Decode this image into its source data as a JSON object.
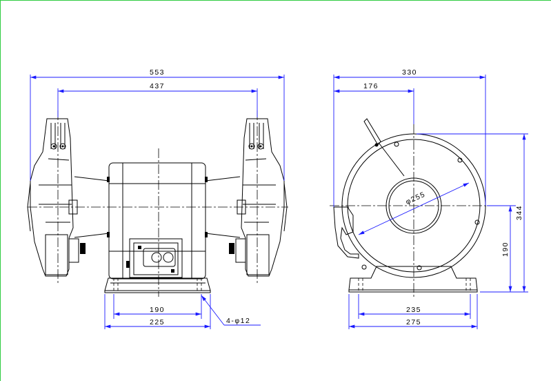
{
  "front_view": {
    "overall_width": "553",
    "wheel_spacing": "437",
    "base_hole_spacing": "190",
    "base_width": "225",
    "mounting_holes": "4-φ12"
  },
  "side_view": {
    "overall_depth": "330",
    "wheel_center_offset": "176",
    "wheel_diameter": "φ255",
    "base_hole_spacing": "235",
    "base_depth": "275",
    "spindle_height": "190",
    "overall_height": "344"
  }
}
